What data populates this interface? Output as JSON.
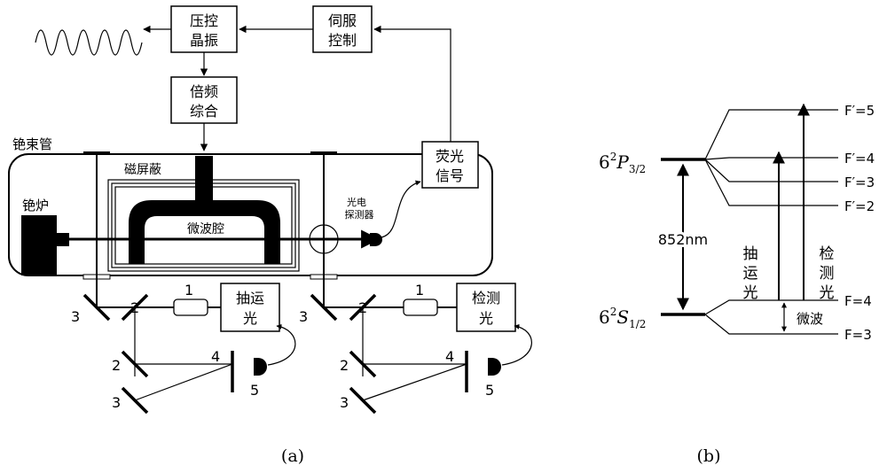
{
  "panel_a": {
    "caption": "(a)",
    "boxes": {
      "piezo_oscillator": [
        "压控",
        "晶振"
      ],
      "servo_control": [
        "伺服",
        "控制"
      ],
      "freq_synth": [
        "倍频",
        "综合"
      ],
      "fluorescence_signal": [
        "荧光",
        "信号"
      ],
      "pump_light": [
        "抽运",
        "光"
      ],
      "probe_light": [
        "检测",
        "光"
      ]
    },
    "labels": {
      "cesium_tube": "铯束管",
      "magnetic_shield": "磁屏蔽",
      "cesium_oven": "铯炉",
      "microwave_cavity": "微波腔",
      "photodetector": [
        "光电",
        "探测器"
      ]
    },
    "component_numbers": {
      "n1": "1",
      "n2": "2",
      "n3": "3",
      "n4": "4",
      "n5": "5"
    }
  },
  "panel_b": {
    "caption": "(b)",
    "upper_state": {
      "base": "6",
      "sup": "2",
      "letter": "P",
      "sub": "3/2"
    },
    "lower_state": {
      "base": "6",
      "sup": "2",
      "letter": "S",
      "sub": "1/2"
    },
    "upper_levels": [
      "F′=5",
      "F′=4",
      "F′=3",
      "F′=2"
    ],
    "lower_levels": [
      "F=4",
      "F=3"
    ],
    "transition_wavelength": "852nm",
    "pump_label": [
      "抽",
      "运",
      "光"
    ],
    "probe_label": [
      "检",
      "测",
      "光"
    ],
    "microwave_label": "微波"
  }
}
